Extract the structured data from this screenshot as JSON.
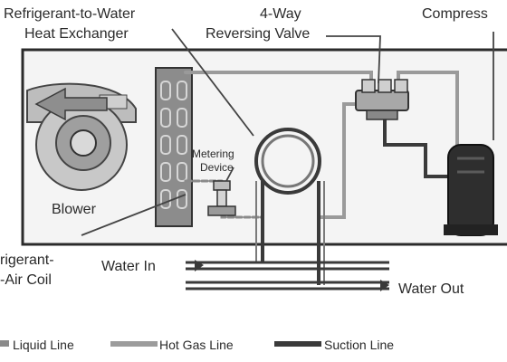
{
  "labels": {
    "heat_exchanger": [
      "Refrigerant-to-Water",
      "Heat Exchanger"
    ],
    "reversing_valve": [
      "4-Way",
      "Reversing Valve"
    ],
    "compressor": "Compress",
    "metering_device": [
      "Metering",
      "Device"
    ],
    "blower": "Blower",
    "air_coil": [
      "rigerant-",
      "-Air Coil"
    ],
    "water_in": "Water In",
    "water_out": "Water Out"
  },
  "legend": [
    {
      "label": "Liquid Line",
      "style": "dashed-light"
    },
    {
      "label": "Hot Gas Line",
      "style": "light"
    },
    {
      "label": "Suction Line",
      "style": "dark"
    }
  ],
  "colors": {
    "liquid_line": "#8a8a8a",
    "hot_gas_line": "#9c9c9c",
    "suction_line": "#3a3a3a",
    "frame": "#2b2b2b"
  },
  "icons": [
    "blower-icon",
    "air-coil-icon",
    "metering-device-icon",
    "coaxial-coil-icon",
    "reversing-valve-icon",
    "compressor-icon"
  ]
}
